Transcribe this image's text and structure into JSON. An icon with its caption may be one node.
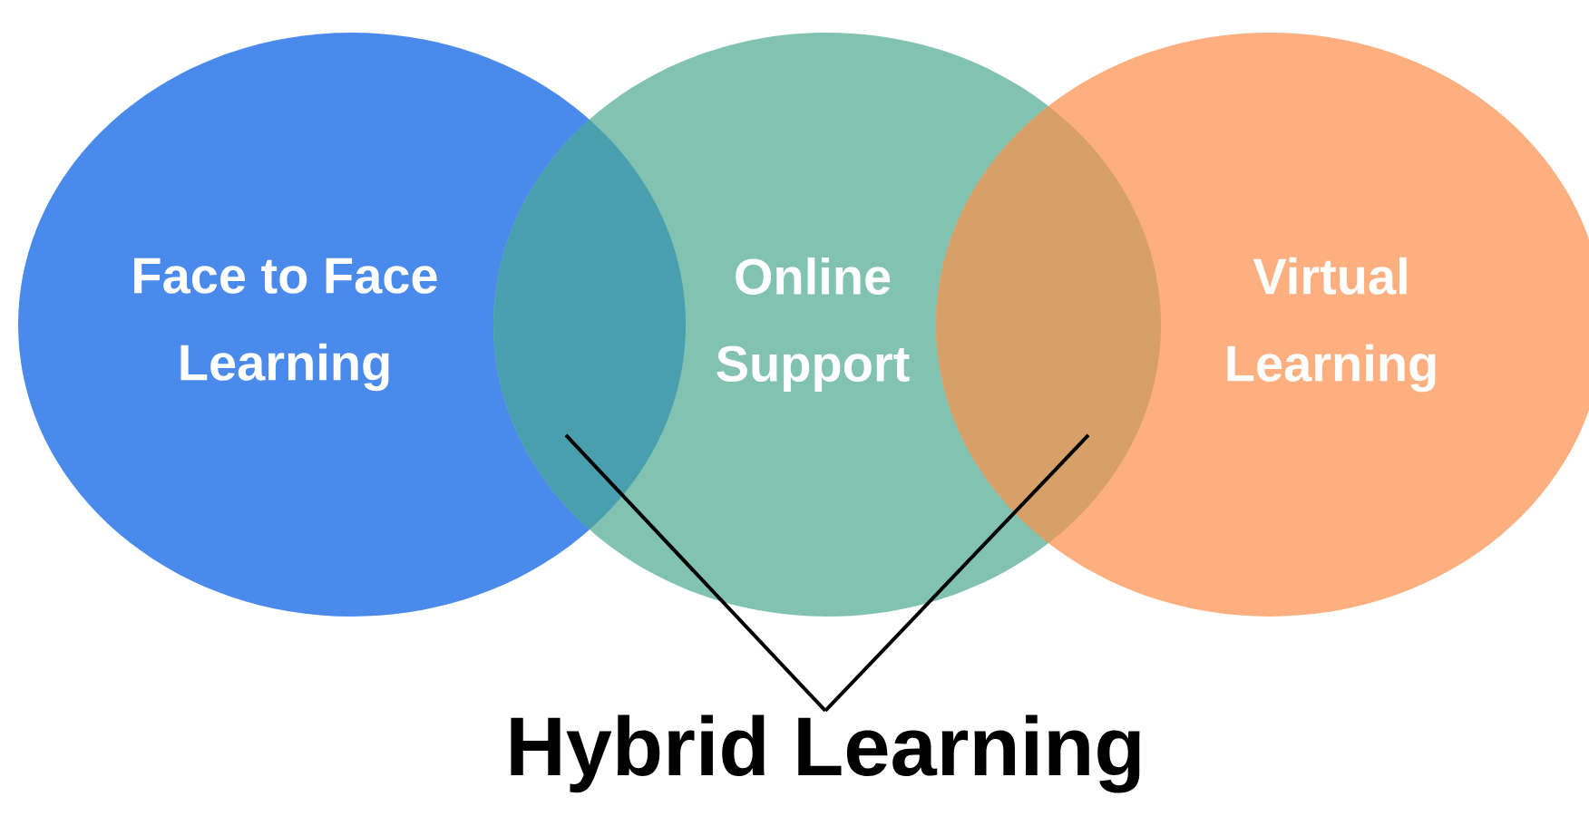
{
  "diagram": {
    "nodes": [
      {
        "text": [
          "Face to Face Learning"
        ]
      },
      {
        "text": [
          "Online Support"
        ]
      },
      {
        "text": [
          "Virtual Learning"
        ]
      },
      {
        "text": [
          "Hybrid Learning"
        ]
      }
    ],
    "edges": [
      {
        "from": 3,
        "to": 0,
        "arrow": "none"
      },
      {
        "from": 3,
        "to": 1,
        "arrow": "none"
      }
    ]
  }
}
